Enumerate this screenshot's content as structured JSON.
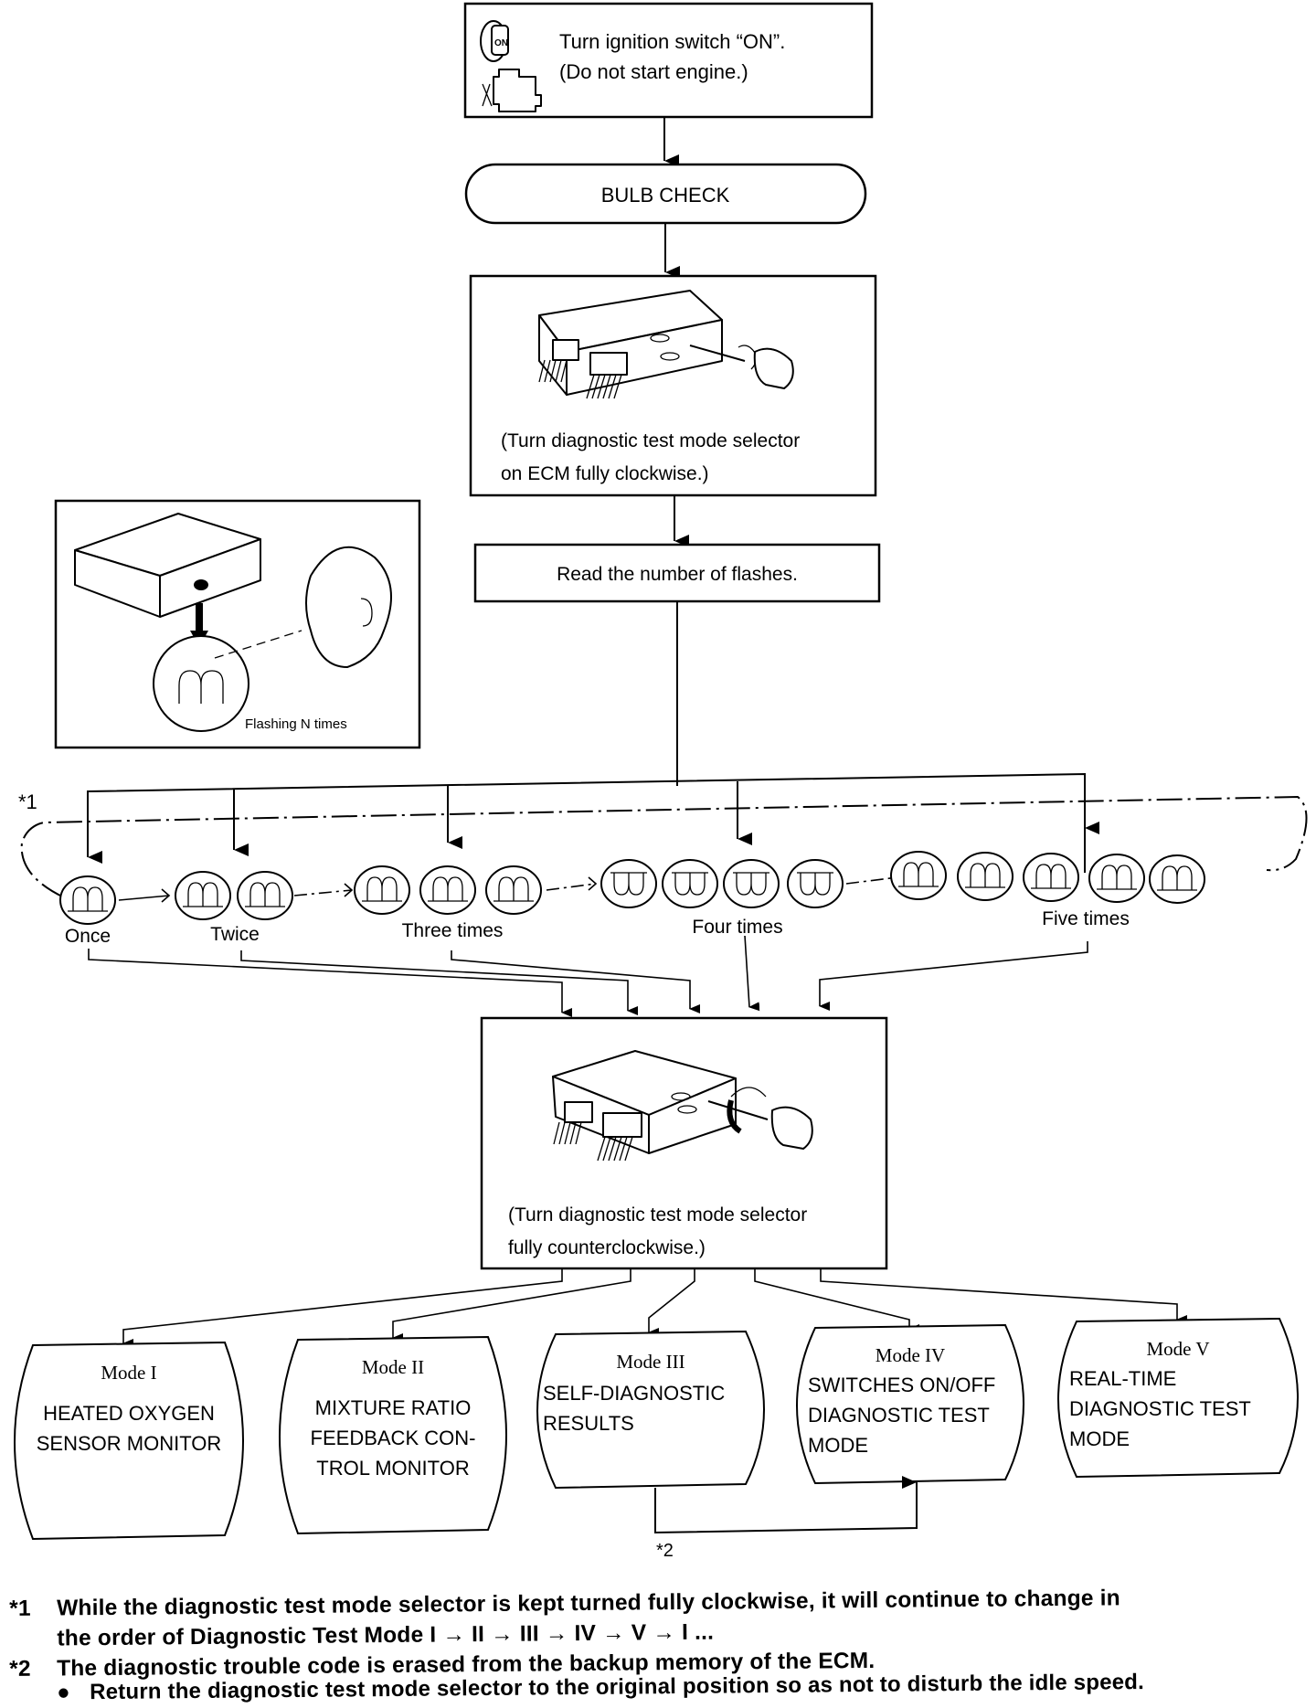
{
  "flowchart": {
    "step1": {
      "line1": "Turn ignition switch “ON”.",
      "line2": "(Do not start engine.)",
      "icons": [
        "ignition-key-on-icon",
        "engine-off-icon"
      ]
    },
    "step2": {
      "label": "BULB CHECK"
    },
    "step3": {
      "line1": "(Turn diagnostic test mode selector",
      "line2": "on ECM fully clockwise.)",
      "illustration": "ecm-screwdriver-clockwise"
    },
    "step4": {
      "label": "Read the number of flashes."
    },
    "side_illustration": {
      "caption": "Flashing N times",
      "illustration": "ecm-light-observer"
    },
    "cycle_marker": "*1",
    "flash_counts": [
      {
        "label": "Once",
        "lamps": 1,
        "style": "arch"
      },
      {
        "label": "Twice",
        "lamps": 2,
        "style": "arch"
      },
      {
        "label": "Three times",
        "lamps": 3,
        "style": "arch"
      },
      {
        "label": "Four times",
        "lamps": 4,
        "style": "cup"
      },
      {
        "label": "Five times",
        "lamps": 5,
        "style": "arch"
      }
    ],
    "step5": {
      "line1": "(Turn diagnostic test mode selector",
      "line2": "fully counterclockwise.)",
      "illustration": "ecm-screwdriver-counterclockwise"
    },
    "modes": [
      {
        "title": "Mode I",
        "lines": [
          "HEATED OXYGEN",
          "SENSOR MONITOR"
        ]
      },
      {
        "title": "Mode II",
        "lines": [
          "MIXTURE RATIO",
          "FEEDBACK CON-",
          "TROL MONITOR"
        ]
      },
      {
        "title": "Mode III",
        "lines": [
          "SELF-DIAGNOSTIC",
          "RESULTS"
        ]
      },
      {
        "title": "Mode IV",
        "lines": [
          "SWITCHES ON/OFF",
          "DIAGNOSTIC TEST",
          "MODE"
        ]
      },
      {
        "title": "Mode V",
        "lines": [
          "REAL-TIME",
          "DIAGNOSTIC TEST",
          "MODE"
        ]
      }
    ],
    "mode3_to_mode4_marker": "*2"
  },
  "footnotes": {
    "n1_marker": "*1",
    "n1_line1": "While the diagnostic test mode selector is kept turned fully clockwise, it will continue to change in",
    "n1_line2": "the order of Diagnostic Test Mode I → II → III → IV → V → I ...",
    "n2_marker": "*2",
    "n2_line1": "The diagnostic trouble code is erased from the backup memory of the ECM.",
    "n2_bullet": "●",
    "n2_line2": "Return the diagnostic test mode selector to the original position so as not to disturb the idle speed."
  }
}
